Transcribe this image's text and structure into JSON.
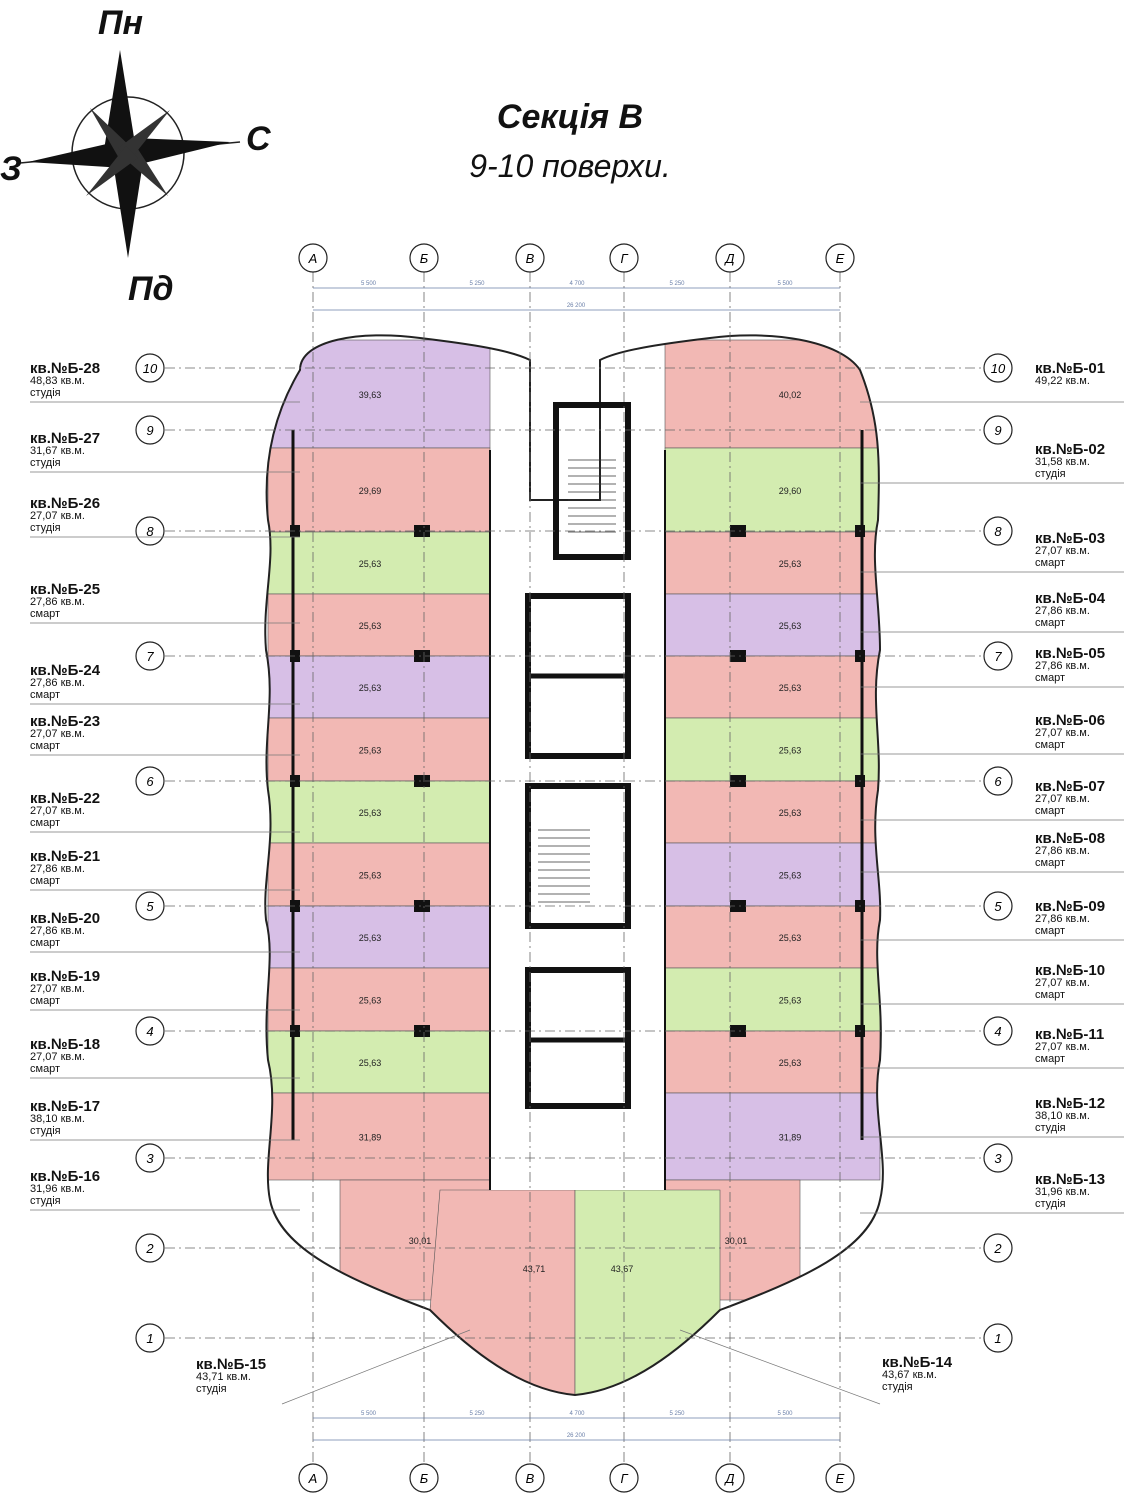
{
  "compass": {
    "north": "Пн",
    "south": "Пд",
    "east": "С",
    "west": "З"
  },
  "header": {
    "title": "Секція В",
    "subtitle": "9-10 поверхи."
  },
  "grid": {
    "columns": [
      "А",
      "Б",
      "В",
      "Г",
      "Д",
      "Е"
    ],
    "rows": [
      "10",
      "9",
      "8",
      "7",
      "6",
      "5",
      "4",
      "3",
      "2",
      "1"
    ],
    "spans": [
      "5 500",
      "5 250",
      "4 700",
      "5 250",
      "5 500"
    ],
    "total": "26 200"
  },
  "apartments_left": [
    {
      "code": "кв.№Б-28",
      "area": "48,83 кв.м.",
      "type": "студія"
    },
    {
      "code": "кв.№Б-27",
      "area": "31,67 кв.м.",
      "type": "студія"
    },
    {
      "code": "кв.№Б-26",
      "area": "27,07 кв.м.",
      "type": "студія"
    },
    {
      "code": "кв.№Б-25",
      "area": "27,86 кв.м.",
      "type": "смарт"
    },
    {
      "code": "кв.№Б-24",
      "area": "27,86 кв.м.",
      "type": "смарт"
    },
    {
      "code": "кв.№Б-23",
      "area": "27,07 кв.м.",
      "type": "смарт"
    },
    {
      "code": "кв.№Б-22",
      "area": "27,07 кв.м.",
      "type": "смарт"
    },
    {
      "code": "кв.№Б-21",
      "area": "27,86 кв.м.",
      "type": "смарт"
    },
    {
      "code": "кв.№Б-20",
      "area": "27,86 кв.м.",
      "type": "смарт"
    },
    {
      "code": "кв.№Б-19",
      "area": "27,07 кв.м.",
      "type": "смарт"
    },
    {
      "code": "кв.№Б-18",
      "area": "27,07 кв.м.",
      "type": "смарт"
    },
    {
      "code": "кв.№Б-17",
      "area": "38,10 кв.м.",
      "type": "студія"
    },
    {
      "code": "кв.№Б-16",
      "area": "31,96 кв.м.",
      "type": "студія"
    }
  ],
  "apartments_right": [
    {
      "code": "кв.№Б-01",
      "area": "49,22 кв.м.",
      "type": ""
    },
    {
      "code": "кв.№Б-02",
      "area": "31,58 кв.м.",
      "type": "студія"
    },
    {
      "code": "кв.№Б-03",
      "area": "27,07 кв.м.",
      "type": "смарт"
    },
    {
      "code": "кв.№Б-04",
      "area": "27,86 кв.м.",
      "type": "смарт"
    },
    {
      "code": "кв.№Б-05",
      "area": "27,86 кв.м.",
      "type": "смарт"
    },
    {
      "code": "кв.№Б-06",
      "area": "27,07 кв.м.",
      "type": "смарт"
    },
    {
      "code": "кв.№Б-07",
      "area": "27,07 кв.м.",
      "type": "смарт"
    },
    {
      "code": "кв.№Б-08",
      "area": "27,86 кв.м.",
      "type": "смарт"
    },
    {
      "code": "кв.№Б-09",
      "area": "27,86 кв.м.",
      "type": "смарт"
    },
    {
      "code": "кв.№Б-10",
      "area": "27,07 кв.м.",
      "type": "смарт"
    },
    {
      "code": "кв.№Б-11",
      "area": "27,07 кв.м.",
      "type": "смарт"
    },
    {
      "code": "кв.№Б-12",
      "area": "38,10 кв.м.",
      "type": "студія"
    },
    {
      "code": "кв.№Б-13",
      "area": "31,96 кв.м.",
      "type": "студія"
    }
  ],
  "apartments_bottom": [
    {
      "code": "кв.№Б-15",
      "area": "43,71 кв.м.",
      "type": "студія"
    },
    {
      "code": "кв.№Б-14",
      "area": "43,67 кв.м.",
      "type": "студія"
    }
  ],
  "rooms_left": [
    {
      "total": "39,63"
    },
    {
      "total": "29,69"
    },
    {
      "total": "25,63"
    },
    {
      "total": "25,63"
    },
    {
      "total": "25,63"
    },
    {
      "total": "25,63"
    },
    {
      "total": "25,63"
    },
    {
      "total": "25,63"
    },
    {
      "total": "25,63"
    },
    {
      "total": "25,63"
    },
    {
      "total": "25,63"
    },
    {
      "total": "31,89"
    },
    {
      "total": "30,01"
    }
  ],
  "rooms_right": [
    {
      "total": "40,02"
    },
    {
      "total": "29,60"
    },
    {
      "total": "25,63"
    },
    {
      "total": "25,63"
    },
    {
      "total": "25,63"
    },
    {
      "total": "25,63"
    },
    {
      "total": "25,63"
    },
    {
      "total": "25,63"
    },
    {
      "total": "25,63"
    },
    {
      "total": "25,63"
    },
    {
      "total": "25,63"
    },
    {
      "total": "31,89"
    },
    {
      "total": "30,01"
    }
  ],
  "rooms_bottom": [
    {
      "total": "43,71"
    },
    {
      "total": "43,67"
    }
  ],
  "colors": {
    "pink": "#f2b8b4",
    "green": "#d3ecb0",
    "purple": "#d7bfe6",
    "wall": "#111111",
    "line": "#555555"
  },
  "fills_left": [
    "purple",
    "pink",
    "green",
    "pink",
    "purple",
    "pink",
    "green",
    "pink",
    "purple",
    "pink",
    "green",
    "pink",
    "pink"
  ],
  "fills_right": [
    "pink",
    "green",
    "pink",
    "purple",
    "pink",
    "green",
    "pink",
    "purple",
    "pink",
    "green",
    "pink",
    "purple",
    "pink"
  ]
}
